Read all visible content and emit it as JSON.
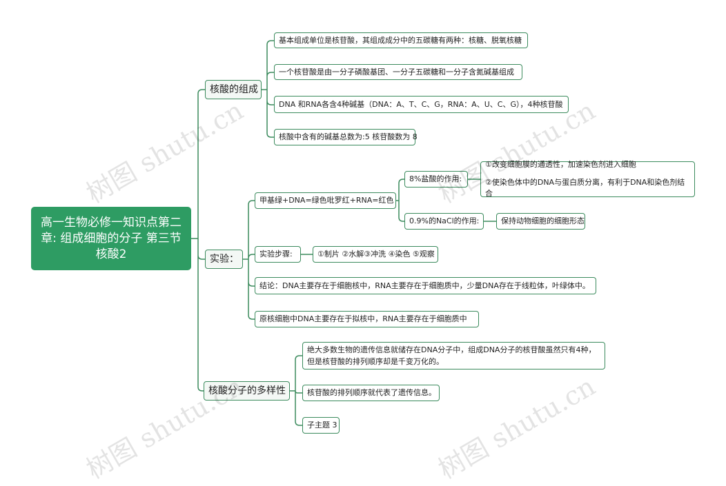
{
  "root": "高一生物必修一知识点第二章: 组成细胞的分子 第三节核酸2",
  "branches": {
    "composition": {
      "label": "核酸的组成",
      "items": [
        "基本组成单位是核苷酸，其组成成分中的五碳糖有两种：核糖、脱氧核糖",
        "一个核苷酸是由一分子磷酸基团、一分子五碳糖和一分子含氮碱基组成",
        "DNA 和RNA各含4种碱基（DNA：A、T、C、G，RNA：A、U、C、G），4种核苷酸",
        "核酸中含有的碱基总数为:5 核苷酸数为 8"
      ]
    },
    "experiment": {
      "label": "实验：",
      "stain": "甲基绿+DNA=绿色吡罗红+RNA=红色",
      "hcl": "8%盐酸的作用:",
      "hcl_items": [
        "①改变细胞膜的通透性，加速染色剂进入细胞",
        "②使染色体中的DNA与蛋白质分离，有利于DNA和染色剂结合"
      ],
      "nacl": "0.9%的NaCl的作用:",
      "nacl_item": "保持动物细胞的细胞形态",
      "steps": "实验步骤:",
      "steps_item": "①制片 ②水解③冲洗 ④染色 ⑤观察",
      "conclusion": "结论：DNA主要存在于细胞核中，RNA主要存在于细胞质中，少量DNA存在于线粒体，叶绿体中。",
      "prokaryote": "原核细胞中DNA主要存在于拟核中，RNA主要存在于细胞质中"
    },
    "diversity": {
      "label": "核酸分子的多样性",
      "items": [
        "绝大多数生物的遗传信息就储存在DNA分子中，组成DNA分子的核苷酸虽然只有4种，但是核苷酸的排列顺序却是千变万化的。",
        "核苷酸的排列顺序就代表了遗传信息。",
        "子主题 3"
      ]
    }
  },
  "watermark": "树图 shutu.cn",
  "colors": {
    "root": "#2e9c63",
    "line": "#3a8a5c"
  }
}
